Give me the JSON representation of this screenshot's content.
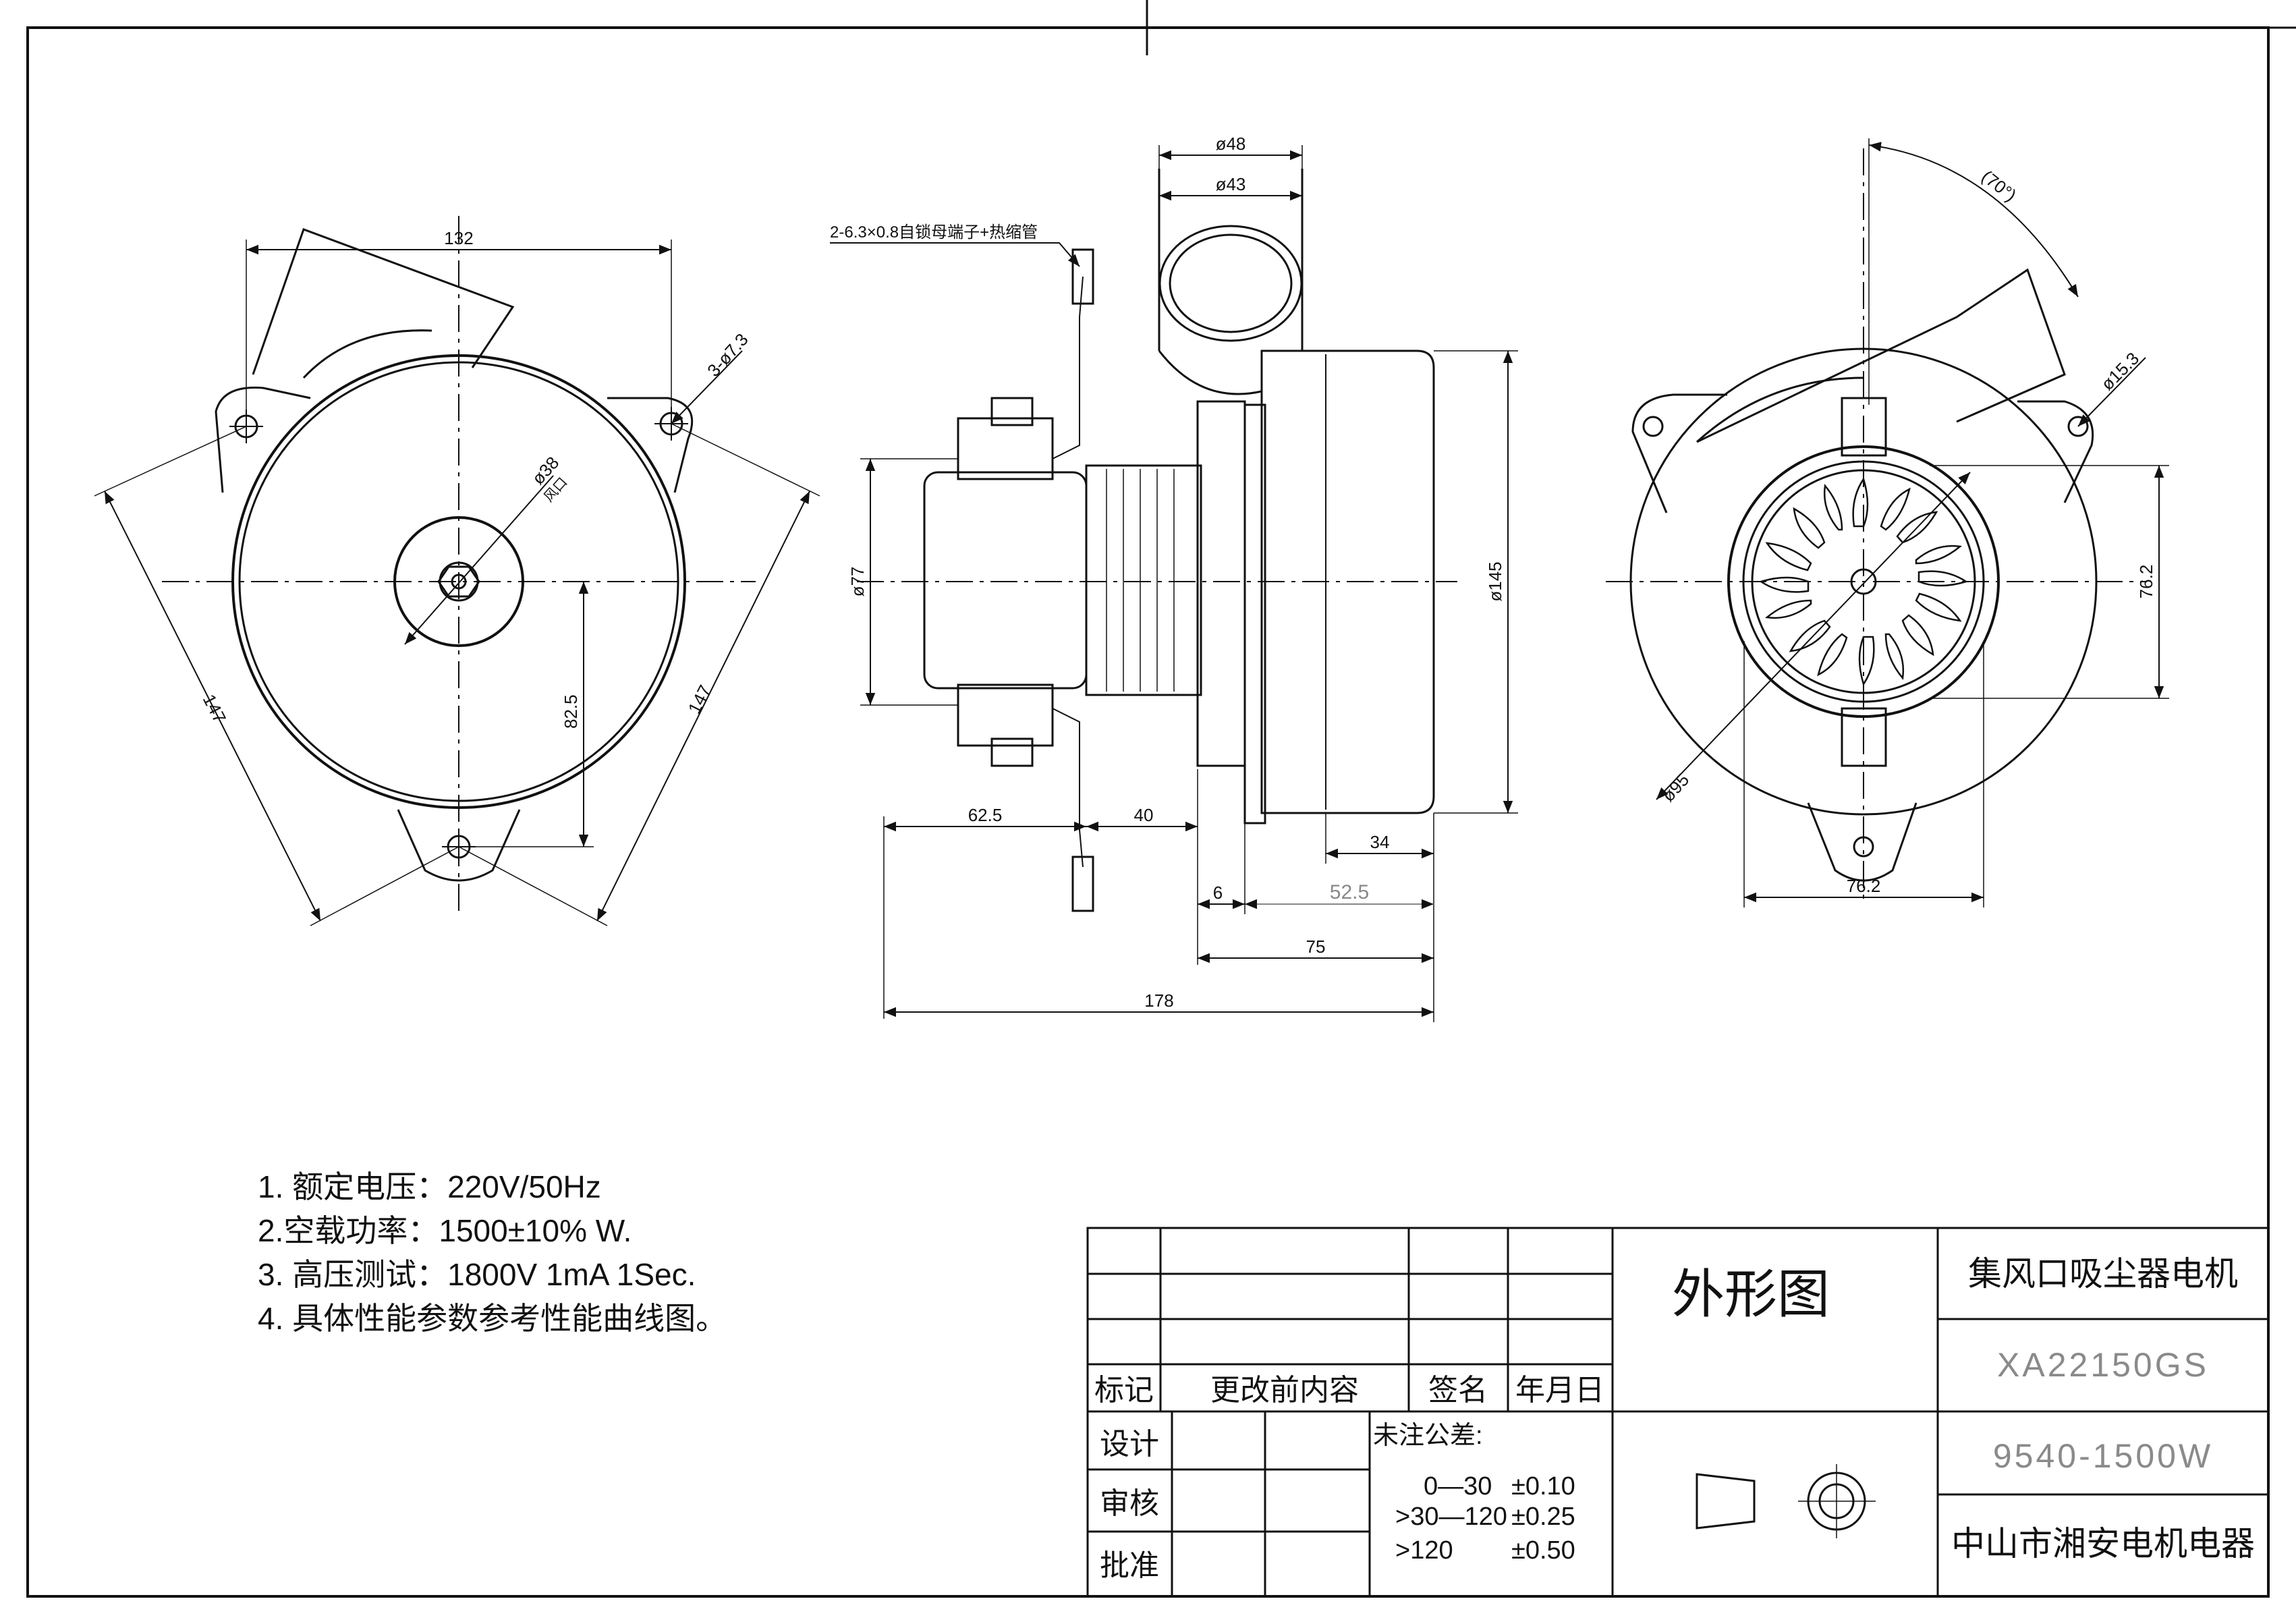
{
  "drawing": {
    "front_view": {
      "width_132": "132",
      "holes": "3-ø7.3",
      "inlet_dia": "ø38",
      "inlet_label": "风口",
      "side_147_left": "147",
      "side_147_right": "147",
      "height_82_5": "82.5"
    },
    "side_view": {
      "terminal_note": "2-6.3×0.8自锁母端子+热缩管",
      "dia_48": "ø48",
      "dia_43": "ø43",
      "dia_77": "ø77",
      "dia_145": "ø145",
      "len_62_5": "62.5",
      "len_40": "40",
      "len_34": "34",
      "len_6": "6",
      "len_52_5": "52.5",
      "len_75": "75",
      "len_178": "178"
    },
    "rear_view": {
      "angle": "(70°)",
      "dia_15_3": "ø15.3",
      "dia_95": "ø95",
      "dim_76_2_v": "76.2",
      "dim_76_2_h": "76.2"
    }
  },
  "notes": [
    "1. 额定电压：220V/50Hz",
    "2.空载功率：1500±10% W.",
    "3. 高压测试：1800V 1mA 1Sec.",
    "4. 具体性能参数参考性能曲线图。"
  ],
  "title_block": {
    "rev_headers": {
      "mark": "标记",
      "content": "更改前内容",
      "signature": "签名",
      "date": "年月日"
    },
    "roles": [
      "设计",
      "审核",
      "批准"
    ],
    "tolerance_title": "未注公差:",
    "tolerances": [
      {
        "range": "0—30",
        "value": "±0.10"
      },
      {
        "range": ">30—120",
        "value": "±0.25"
      },
      {
        "range": ">120",
        "value": "±0.50"
      }
    ],
    "drawing_name": "外形图",
    "product_name": "集风口吸尘器电机",
    "model": "XA22150GS",
    "spec": "9540-1500W",
    "company": "中山市湘安电机电器"
  }
}
